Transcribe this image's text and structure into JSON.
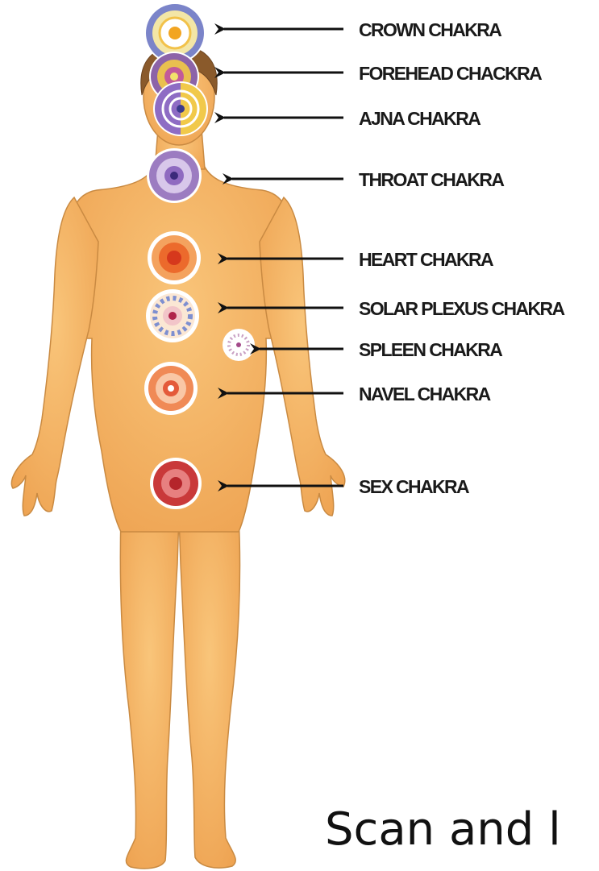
{
  "labels": {
    "crown": "CROWN CHAKRA",
    "forehead": "FOREHEAD CHACKRA",
    "ajna": "AJNA CHAKRA",
    "throat": "THROAT CHAKRA",
    "heart": "HEART CHAKRA",
    "solar_plexus": "SOLAR PLEXUS CHAKRA",
    "spleen": "SPLEEN CHAKRA",
    "navel": "NAVEL CHAKRA",
    "sex": "SEX CHAKRA"
  },
  "caption": "Scan and l",
  "colors": {
    "skin": "#f6b866",
    "hair": "#8a5a2b",
    "arrow": "#111111"
  }
}
